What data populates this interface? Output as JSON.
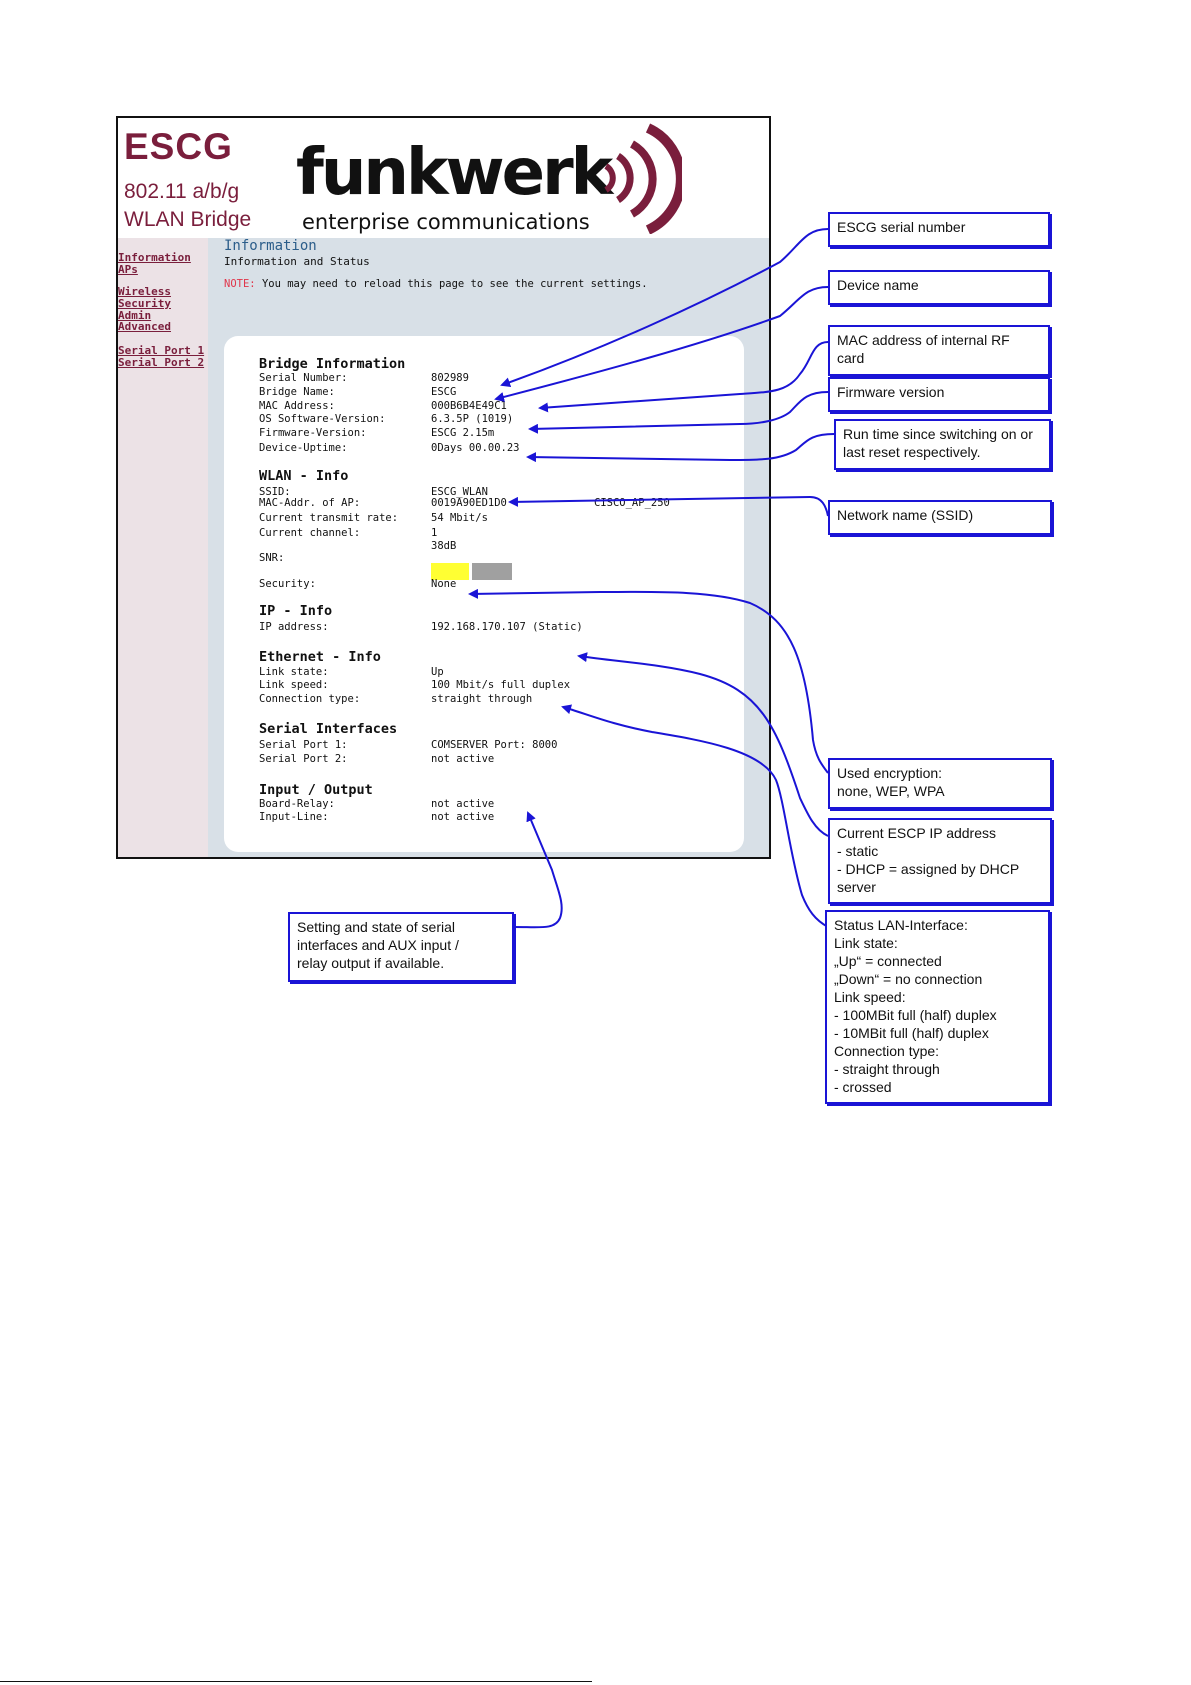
{
  "screenshot": {
    "brand": {
      "title": "ESCG",
      "subtitle_line1": "802.11 a/b/g",
      "subtitle_line2": "WLAN Bridge",
      "logo_word": "funkwerk",
      "logo_tagline": "enterprise communications"
    },
    "sidebar": {
      "items": [
        {
          "label": "Information"
        },
        {
          "label": "APs"
        },
        {
          "label": "Wireless"
        },
        {
          "label": "Security"
        },
        {
          "label": "Admin"
        },
        {
          "label": "Advanced"
        },
        {
          "label": "Serial Port 1"
        },
        {
          "label": "Serial Port 2"
        }
      ]
    },
    "page": {
      "title": "Information",
      "subtitle": "Information and Status",
      "note_label": "NOTE:",
      "note_text": "You may need to reload this page to see the current settings."
    },
    "bridge_info": {
      "heading": "Bridge Information",
      "rows": [
        {
          "label": "Serial Number:",
          "value": "802989"
        },
        {
          "label": "Bridge Name:",
          "value": "ESCG"
        },
        {
          "label": "MAC Address:",
          "value": "000B6B4E49C1"
        },
        {
          "label": "OS Software-Version:",
          "value": "6.3.5P (1019)"
        },
        {
          "label": "Firmware-Version:",
          "value": "ESCG 2.15m"
        },
        {
          "label": "Device-Uptime:",
          "value": "0Days 00.00.23"
        }
      ]
    },
    "wlan_info": {
      "heading": "WLAN - Info",
      "ssid_label": "SSID:",
      "ssid_value": "ESCG_WLAN",
      "ap_mac_label": "MAC-Addr. of AP:",
      "ap_mac_value": "0019A90ED1D0",
      "ap_name": "CISCO_AP_250",
      "rate_label": "Current transmit rate:",
      "rate_value": "54 Mbit/s",
      "channel_label": "Current channel:",
      "channel_value": "1",
      "snr_label": "SNR:",
      "snr_value": "38dB",
      "security_label": "Security:",
      "security_value": "None"
    },
    "ip_info": {
      "heading": "IP - Info",
      "label": "IP address:",
      "value": "192.168.170.107 (Static)"
    },
    "ethernet_info": {
      "heading": "Ethernet - Info",
      "rows": [
        {
          "label": "Link state:",
          "value": "Up"
        },
        {
          "label": "Link speed:",
          "value": "100 Mbit/s full duplex"
        },
        {
          "label": "Connection type:",
          "value": "straight through"
        }
      ]
    },
    "serial_interfaces": {
      "heading": "Serial Interfaces",
      "rows": [
        {
          "label": "Serial Port 1:",
          "value": "COMSERVER Port: 8000"
        },
        {
          "label": "Serial Port 2:",
          "value": "not active"
        }
      ]
    },
    "io": {
      "heading": "Input / Output",
      "rows": [
        {
          "label": "Board-Relay:",
          "value": "not active"
        },
        {
          "label": "Input-Line:",
          "value": "not active"
        }
      ]
    }
  },
  "callouts": {
    "serial_number": [
      "ESCG serial number"
    ],
    "device_name": [
      "Device  name"
    ],
    "mac_address": [
      "MAC address of internal RF",
      "card"
    ],
    "firmware": [
      "Firmware version"
    ],
    "runtime": [
      "Run time since switching on or",
      "last reset respectively."
    ],
    "ssid": [
      "Network name (SSID)"
    ],
    "encryption": [
      "Used encryption:",
      "none, WEP, WPA"
    ],
    "ip_address": [
      "Current ESCP IP address",
      "- static",
      "- DHCP = assigned by DHCP",
      "server"
    ],
    "lan_status": [
      "Status LAN-Interface:",
      "Link state:",
      "„Up“ = connected",
      "„Down“ = no connection",
      "Link speed:",
      "- 100MBit full (half) duplex",
      "- 10MBit full (half) duplex",
      "Connection type:",
      "- straight through",
      "- crossed"
    ],
    "serial_io": [
      "Setting and state of serial",
      "interfaces and AUX input /",
      "relay output if available."
    ]
  },
  "colors": {
    "brand": "#7a1e3c",
    "callout_border": "#1a14d6",
    "arrow": "#1a14d6",
    "page_title": "#2b5d8a",
    "note_label": "#e0354a",
    "snr_good": "#ffff33",
    "snr_rest": "#a0a0a0"
  }
}
